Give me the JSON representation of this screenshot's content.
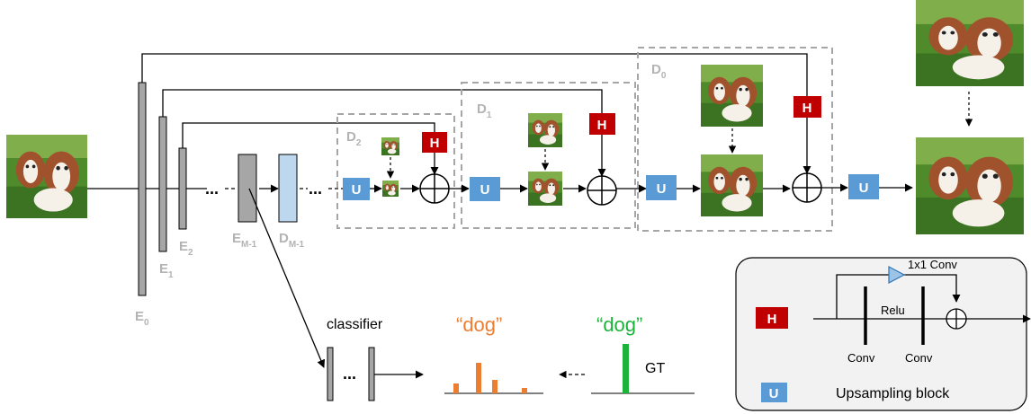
{
  "encoders": {
    "e0": {
      "letter": "E",
      "sub": "0"
    },
    "e1": {
      "letter": "E",
      "sub": "1"
    },
    "e2": {
      "letter": "E",
      "sub": "2"
    },
    "em1": {
      "letter": "E",
      "sub": "M-1"
    }
  },
  "decoders": {
    "dm1": {
      "letter": "D",
      "sub": "M-1"
    },
    "d2": {
      "letter": "D",
      "sub": "2"
    },
    "d1": {
      "letter": "D",
      "sub": "1"
    },
    "d0": {
      "letter": "D",
      "sub": "0"
    }
  },
  "blocks": {
    "h_letter": "H",
    "u_letter": "U"
  },
  "ellipsis": "...",
  "classifier": {
    "label": "classifier",
    "prediction": "“dog”",
    "ground_truth_quote": "“dog”",
    "gt_label": "GT"
  },
  "legend": {
    "conv_1x1": "1x1 Conv",
    "relu": "Relu",
    "conv_a": "Conv",
    "conv_b": "Conv",
    "h_letter": "H",
    "u_letter": "U",
    "u_description": "Upsampling block"
  },
  "colors": {
    "h_block": "#c00000",
    "u_block": "#5b9bd5",
    "encoder_bar": "#a6a6a6",
    "decoder_bar": "#bdd7ee",
    "prediction": "#ed7d31",
    "ground_truth": "#1db33a",
    "frame": "#a6a6a6",
    "legend_bg": "#f2f2f2",
    "grass": "#4f8a2b",
    "dog_fur": "#a0522d"
  },
  "icons": {
    "add": "circled-plus-icon",
    "photo": "dog-photo-icon",
    "amplifier": "triangle-icon"
  }
}
